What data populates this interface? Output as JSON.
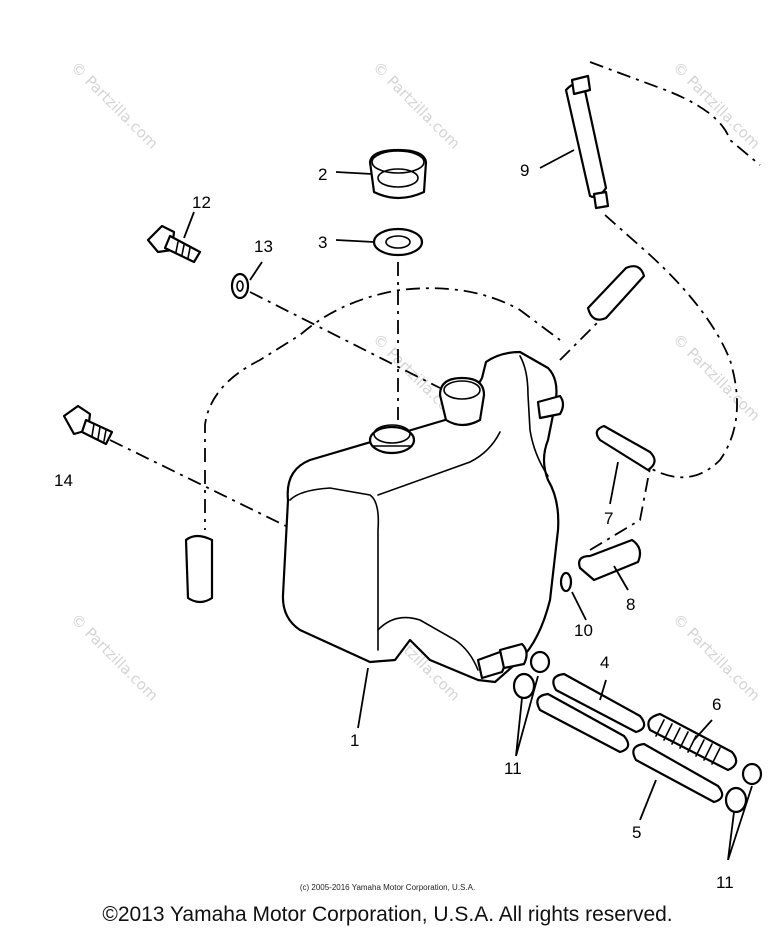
{
  "watermark": "© Partzilla.com",
  "callouts": {
    "n1": "1",
    "n2": "2",
    "n3": "3",
    "n4": "4",
    "n5": "5",
    "n6": "6",
    "n7": "7",
    "n8": "8",
    "n9": "9",
    "n10": "10",
    "n11a": "11",
    "n11b": "11",
    "n12": "12",
    "n13": "13",
    "n14": "14"
  },
  "copyright_small": "(c) 2005-2016 Yamaha Motor Corporation, U.S.A.",
  "copyright_main": "©2013 Yamaha Motor Corporation, U.S.A. All rights reserved."
}
